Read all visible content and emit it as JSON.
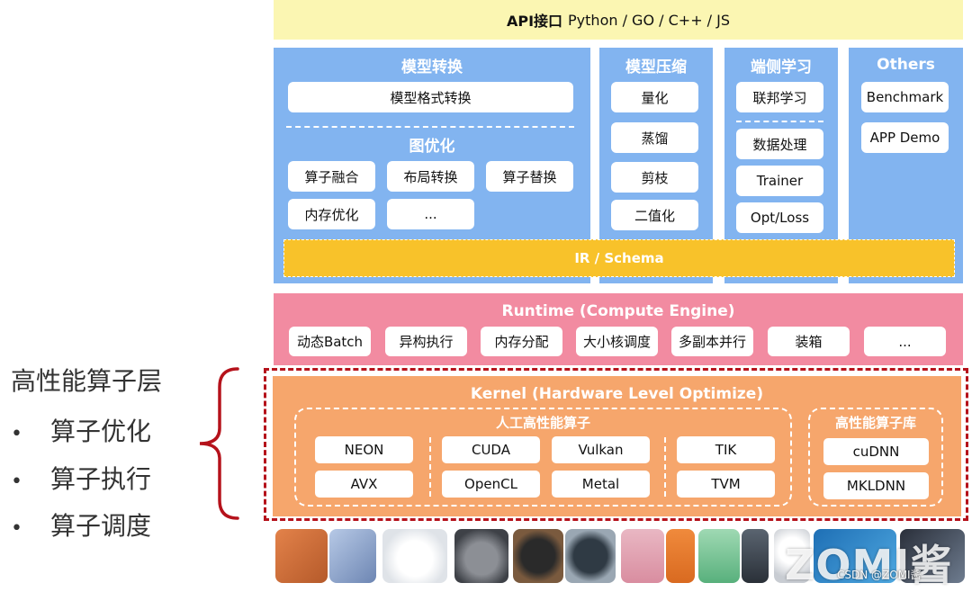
{
  "api": {
    "strong": "API接口",
    "langs": "Python / GO / C++ / JS"
  },
  "convert": {
    "title": "模型转换",
    "format_btn": "模型格式转换",
    "graph_title": "图优化",
    "items": [
      "算子融合",
      "布局转换",
      "算子替换",
      "内存优化",
      "..."
    ]
  },
  "compress": {
    "title": "模型压缩",
    "items": [
      "量化",
      "蒸馏",
      "剪枝",
      "二值化"
    ]
  },
  "ondevice": {
    "title": "端侧学习",
    "items": [
      "联邦学习",
      "数据处理",
      "Trainer",
      "Opt/Loss"
    ]
  },
  "others": {
    "title": "Others",
    "items": [
      "Benchmark",
      "APP Demo"
    ]
  },
  "ir": "IR / Schema",
  "runtime": {
    "title": "Runtime (Compute Engine)",
    "items": [
      "动态Batch",
      "异构执行",
      "内存分配",
      "大小核调度",
      "多副本并行",
      "装箱",
      "..."
    ]
  },
  "kernel": {
    "title": "Kernel (Hardware Level Optimize)",
    "manual_title": "人工高性能算子",
    "manual": [
      "NEON",
      "AVX",
      "CUDA",
      "OpenCL",
      "Vulkan",
      "Metal",
      "TIK",
      "TVM"
    ],
    "lib_title": "高性能算子库",
    "lib": [
      "cuDNN",
      "MKLDNN"
    ]
  },
  "left": {
    "title": "高性能算子层",
    "bullet": "•",
    "items": [
      "算子优化",
      "算子执行",
      "算子调度"
    ]
  },
  "colors": {
    "api": "#fbf6b2",
    "blue": "#82b4f0",
    "ir": "#f8c22a",
    "runtime": "#f28ba1",
    "kernel": "#f6a66c",
    "outline": "#b5121b"
  },
  "footer": {
    "watermark": "ZOMI酱",
    "credit": "CSDN @ZOMI酱"
  }
}
